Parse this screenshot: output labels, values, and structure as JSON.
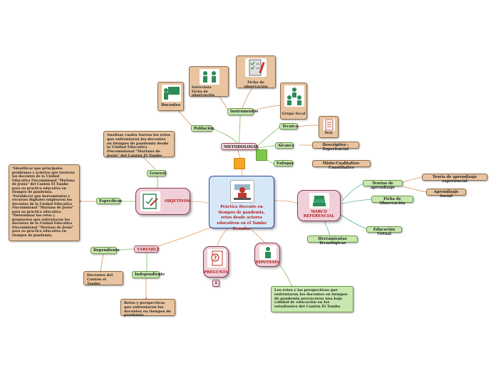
{
  "central": {
    "text": "Práctica Docente en tiempos de pandemia, retos desde actores educativos en el Tambo Ecuador"
  },
  "metodologia": {
    "label": "METODOLOGIA",
    "poblacion": "Población",
    "docentes": "Docentes",
    "instrumentos": "Instrumentos",
    "entrevista": "Entrevista\nFicha de observación",
    "ficha_observacion": "Ficha de observación",
    "grupo_focal": "Grupo focal",
    "tecnica": "Técnica",
    "test": "Test",
    "alcance": "Alcance",
    "alcance_valor": "Descriptivo - Experiencial",
    "enfoque": "Enfoque",
    "enfoque_valor": "Mixto-Cualitativo-Cuantitativo"
  },
  "objetivos": {
    "label": "OBJETIVOS",
    "general": "General",
    "general_texto": "Analizar cuales fueron los retos que enfrentaron los docentes en tiempos de pandemia desde la Unidad Educativa Fiscomisional \"Mariana de Jesús\" del Cantón El Tambo",
    "especificos": "Específicos",
    "especificos_texto": "*Identificar que principales problemas y aciertos que tuvieron los docentes de la Unidad Educativa Fiscomisional \"Mariana de Jesús\" del Cantón El Tambo para su práctica educativa en tiempos de pandemia.\n*Establecer que herramientas y recursos digitales emplearon los docentes de la Unidad Educativa Fiscomisional \"Mariana de Jesús\" para su práctica educativa.\n*Determinar los retos y propuestas que enfrentaron los docentes de la Unidad Educativa Fiscomisional \"Mariana de Jesús\" para su práctica educativa en tiempos de pandemia."
  },
  "marco": {
    "label": "MARCO REFERENCIAL",
    "teorias": "Teorias de aprendizaje",
    "teoria_exp": "Teoria de aprendizaje experiencial",
    "aprendizaje_social": "Aprendizaje Social",
    "ficha_obs": "Ficha de Observación",
    "educacion_virtual": "Educación Virtual",
    "herramientas": "Herramientas Tecnológicas"
  },
  "variable": {
    "label": "VARIABLE",
    "dependiente": "Dependiente",
    "dependiente_texto": "Docentes del Cantón el Tambo",
    "independiente": "Independiente",
    "independiente_texto": "Retos y perspectivas que enfrentaron los docentes en tiempos de pandemia"
  },
  "pregunta": {
    "label": "PREGUNTA",
    "badge": "1"
  },
  "hipotesis": {
    "label": "HIPOTESIS",
    "texto": "Los retos y las perspectivas que enfrentaron los docentes en tiempos de pandemia provocaron una baja calidad de educación en los estudiantes del Cantón El Tambo"
  },
  "colors": {
    "central_bg": "#d6e8f8",
    "central_border": "#2a4a9a",
    "central_text": "#b01818",
    "tan": "#e8c4a0",
    "green": "#c9e8b0",
    "pink": "#f0d0d8",
    "orange_square": "#f5a623",
    "green_square": "#7ec850"
  }
}
